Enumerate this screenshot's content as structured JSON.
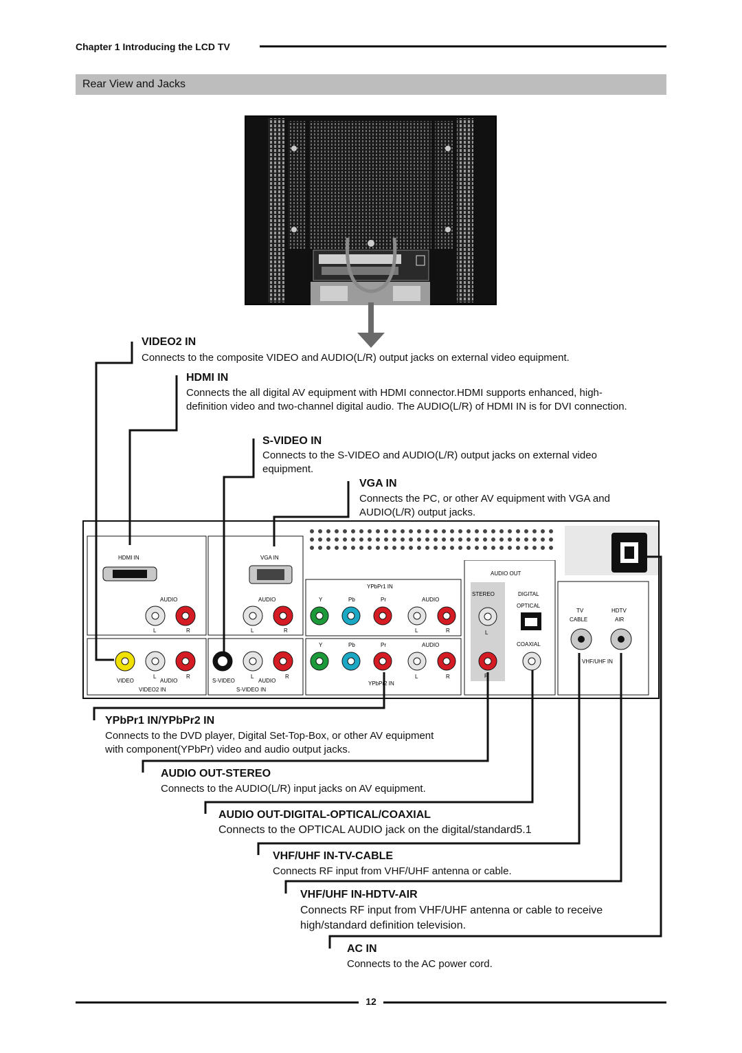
{
  "header": {
    "chapter": "Chapter 1  Introducing the LCD TV"
  },
  "section": {
    "title": "Rear View and Jacks"
  },
  "callouts": [
    {
      "title": "VIDEO2 IN",
      "body": "Connects to the composite VIDEO and AUDIO(L/R) output jacks on external video equipment."
    },
    {
      "title": "HDMI IN",
      "body": "Connects the all digital AV equipment with HDMI connector.HDMI supports enhanced, high-definition video and two-channel digital audio.  The AUDIO(L/R) of HDMI IN is for DVI connection."
    },
    {
      "title": "S-VIDEO IN",
      "body": "Connects to the S-VIDEO and AUDIO(L/R) output jacks on external video equipment."
    },
    {
      "title": "VGA IN",
      "body": "Connects the PC, or other AV equipment with VGA and AUDIO(L/R) output jacks."
    },
    {
      "title": "YPbPr1 IN/YPbPr2 IN",
      "body": "Connects to the DVD player, Digital Set-Top-Box, or other AV equipment with component(YPbPr) video and audio output jacks."
    },
    {
      "title": "AUDIO OUT-STEREO",
      "body": "Connects to the AUDIO(L/R) input jacks on AV equipment."
    },
    {
      "title": "AUDIO OUT-DIGITAL-OPTICAL/COAXIAL",
      "body": "Connects to the OPTICAL AUDIO jack on the digital/standard5.1"
    },
    {
      "title": "VHF/UHF IN-TV-CABLE",
      "body": "Connects RF input from VHF/UHF antenna or cable."
    },
    {
      "title": "VHF/UHF IN-HDTV-AIR",
      "body": "Connects RF input from VHF/UHF antenna or cable to receive high/standard definition television."
    },
    {
      "title": "AC IN",
      "body": "Connects to the AC power cord."
    }
  ],
  "panel": {
    "hdmi_in": "HDMI IN",
    "vga_in": "VGA IN",
    "audio": "AUDIO",
    "l": "L",
    "r": "R",
    "y": "Y",
    "pb": "Pb",
    "pr": "Pr",
    "ypbpr1_in": "YPbPr1 IN",
    "ypbpr2_in": "YPbPr2 IN",
    "video": "VIDEO",
    "video2_in": "VIDEO2 IN",
    "s_video": "S-VIDEO",
    "s_video_in": "S-VIDEO IN",
    "audio_out": "AUDIO OUT",
    "stereo": "STEREO",
    "digital": "DIGITAL",
    "optical": "OPTICAL",
    "coaxial": "COAXIAL",
    "tv": "TV",
    "cable": "CABLE",
    "hdtv": "HDTV",
    "air": "AIR",
    "vhf_uhf_in": "VHF/UHF IN"
  },
  "footer": {
    "page_number": "12"
  }
}
